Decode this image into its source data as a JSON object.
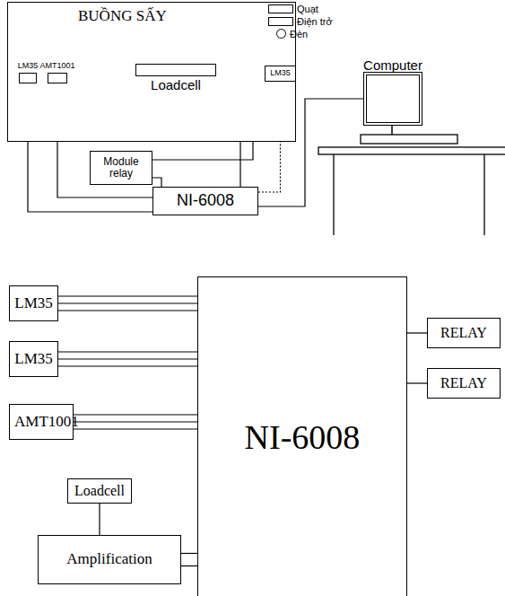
{
  "diagram": {
    "nodes": [
      {
        "text": [
          "BUỒNG SẤY"
        ]
      },
      {
        "text": [
          "LM35"
        ],
        "in": 0
      },
      {
        "text": [
          "AMT1001"
        ],
        "in": 0
      },
      {
        "text": [
          "Loadcell"
        ],
        "in": 0
      },
      {
        "text": [
          "Quạt"
        ],
        "in": 0
      },
      {
        "text": [
          "Điện trở"
        ],
        "in": 0
      },
      {
        "text": [
          "Đèn"
        ],
        "in": 0
      },
      {
        "text": [
          "LM35"
        ],
        "in": 0
      },
      {
        "text": [
          "Module relay"
        ]
      },
      {
        "text": [
          "NI-6008"
        ]
      },
      {
        "text": [
          "Computer"
        ]
      },
      {
        "text": [
          "LM35"
        ]
      },
      {
        "text": [
          "LM35"
        ]
      },
      {
        "text": [
          "AMT1001"
        ]
      },
      {
        "text": [
          "Loadcell"
        ]
      },
      {
        "text": [
          "Amplification"
        ]
      },
      {
        "text": [
          "NI-6008"
        ]
      },
      {
        "text": [
          "RELAY"
        ]
      },
      {
        "text": [
          "RELAY"
        ]
      }
    ],
    "edges": [
      {
        "from": 1,
        "to": 9,
        "arrow": "none"
      },
      {
        "from": 2,
        "to": 9,
        "arrow": "none"
      },
      {
        "from": 3,
        "to": 9,
        "arrow": "none"
      },
      {
        "from": 8,
        "to": 6,
        "arrow": "none"
      },
      {
        "from": 8,
        "to": 9,
        "arrow": "none"
      },
      {
        "from": 9,
        "to": 7,
        "arrow": "none"
      },
      {
        "from": 9,
        "to": 10,
        "arrow": "none"
      },
      {
        "from": 11,
        "to": 16,
        "arrow": "none"
      },
      {
        "from": 12,
        "to": 16,
        "arrow": "none"
      },
      {
        "from": 13,
        "to": 16,
        "arrow": "none"
      },
      {
        "from": 14,
        "to": 15,
        "arrow": "none"
      },
      {
        "from": 15,
        "to": 16,
        "arrow": "none"
      },
      {
        "from": 16,
        "to": 17,
        "arrow": "none"
      },
      {
        "from": 16,
        "to": 18,
        "arrow": "none"
      }
    ]
  }
}
